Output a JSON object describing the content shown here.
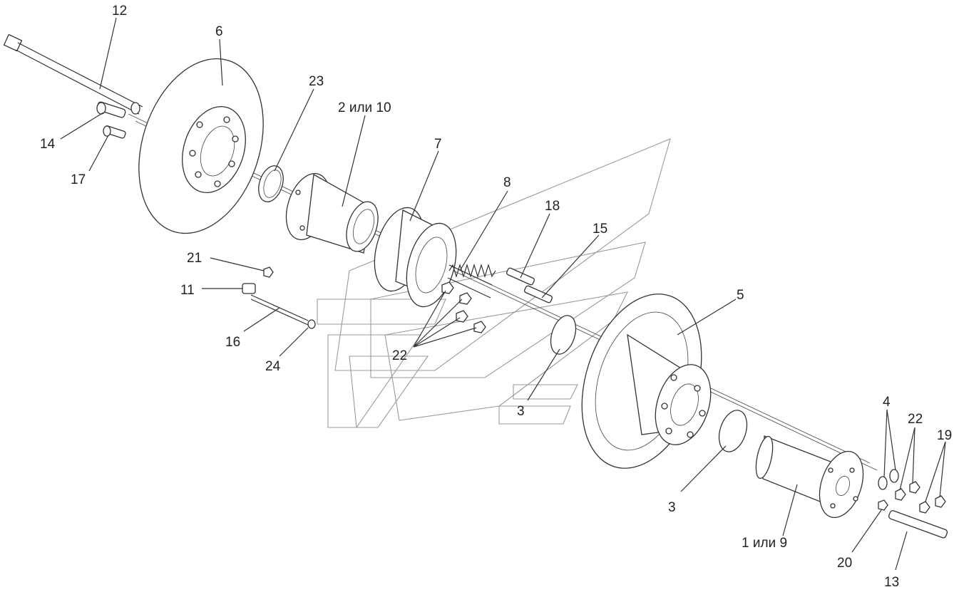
{
  "callouts": {
    "c1": "1 или 9",
    "c2": "2 или 10",
    "c3a": "3",
    "c3b": "3",
    "c4": "4",
    "c5": "5",
    "c6": "6",
    "c7": "7",
    "c8": "8",
    "c11": "11",
    "c12": "12",
    "c13": "13",
    "c14": "14",
    "c15": "15",
    "c16": "16",
    "c17": "17",
    "c18": "18",
    "c19": "19",
    "c20": "20",
    "c21": "21",
    "c22a": "22",
    "c22b": "22",
    "c23": "23",
    "c24": "24"
  }
}
